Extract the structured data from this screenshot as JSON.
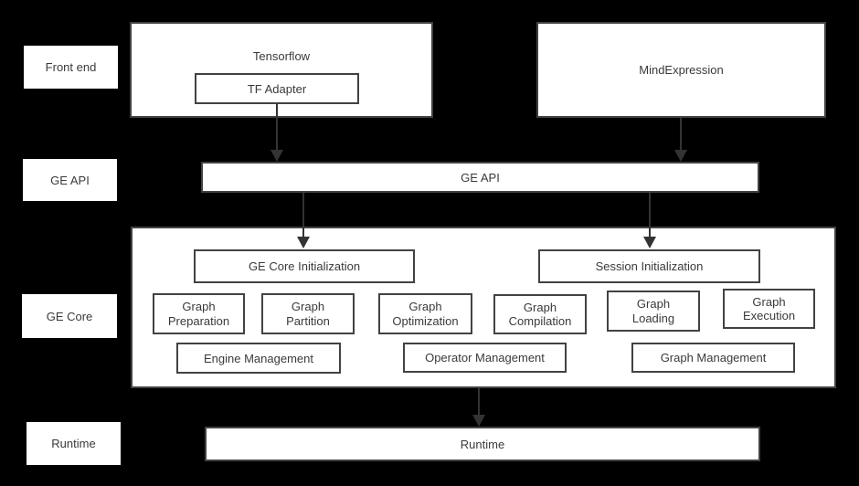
{
  "colors": {
    "background": "#000000",
    "box_fill": "#ffffff",
    "border": "#424242",
    "text": "#3a3a3a",
    "arrow": "#333333"
  },
  "side_labels": {
    "front_end": "Front end",
    "ge_api": "GE API",
    "ge_core": "GE Core",
    "runtime": "Runtime"
  },
  "front_end": {
    "tensorflow": "Tensorflow",
    "tf_adapter": "TF Adapter",
    "mind_expression": "MindExpression"
  },
  "ge_api_bar": {
    "label": "GE API"
  },
  "ge_core": {
    "init_boxes": {
      "core": "GE Core Initialization",
      "session": "Session Initialization"
    },
    "modules": [
      {
        "line1": "Graph",
        "line2": "Preparation"
      },
      {
        "line1": "Graph",
        "line2": "Partition"
      },
      {
        "line1": "Graph",
        "line2": "Optimization"
      },
      {
        "line1": "Graph",
        "line2": "Compilation"
      },
      {
        "line1": "Graph",
        "line2": "Loading"
      },
      {
        "line1": "Graph",
        "line2": "Execution"
      }
    ],
    "managers": [
      "Engine Management",
      "Operator Management",
      "Graph Management"
    ]
  },
  "runtime_bar": {
    "label": "Runtime"
  }
}
